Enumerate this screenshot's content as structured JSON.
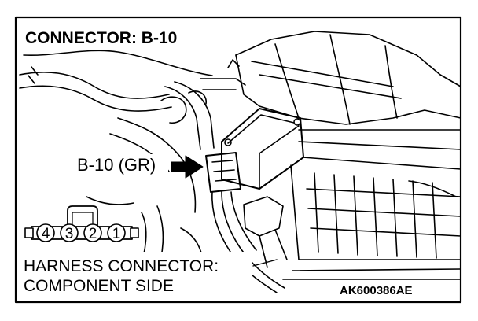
{
  "title": "CONNECTOR: B-10",
  "callout": "B-10 (GR)",
  "connector_pins": [
    "4",
    "3",
    "2",
    "1"
  ],
  "caption_line1": "HARNESS CONNECTOR:",
  "caption_line2": "COMPONENT SIDE",
  "figure_code": "AK600386AE",
  "colors": {
    "ink": "#000000",
    "paper": "#ffffff"
  }
}
